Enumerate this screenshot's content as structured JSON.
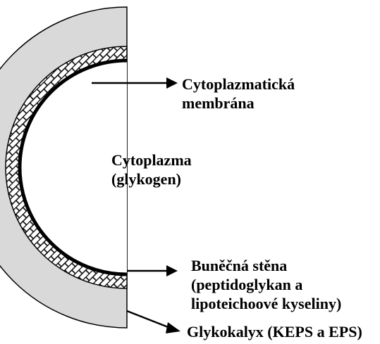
{
  "labels": {
    "membrane": {
      "line1": "Cytoplazmatická",
      "line2": "membrána"
    },
    "cytoplasm": {
      "line1": "Cytoplazma",
      "line2": "(glykogen)"
    },
    "cell_wall": {
      "line1": "Buněčná stěna",
      "line2": "(peptidoglykan a",
      "line3": "lipoteichoové kyseliny)"
    },
    "glycocalyx": {
      "line1": "Glykokalyx (KEPS a EPS)"
    }
  },
  "colors": {
    "glycocalyx_fill": "#d9d9d9",
    "outline": "#000000",
    "brick_pattern": "#000000",
    "background": "#ffffff"
  }
}
